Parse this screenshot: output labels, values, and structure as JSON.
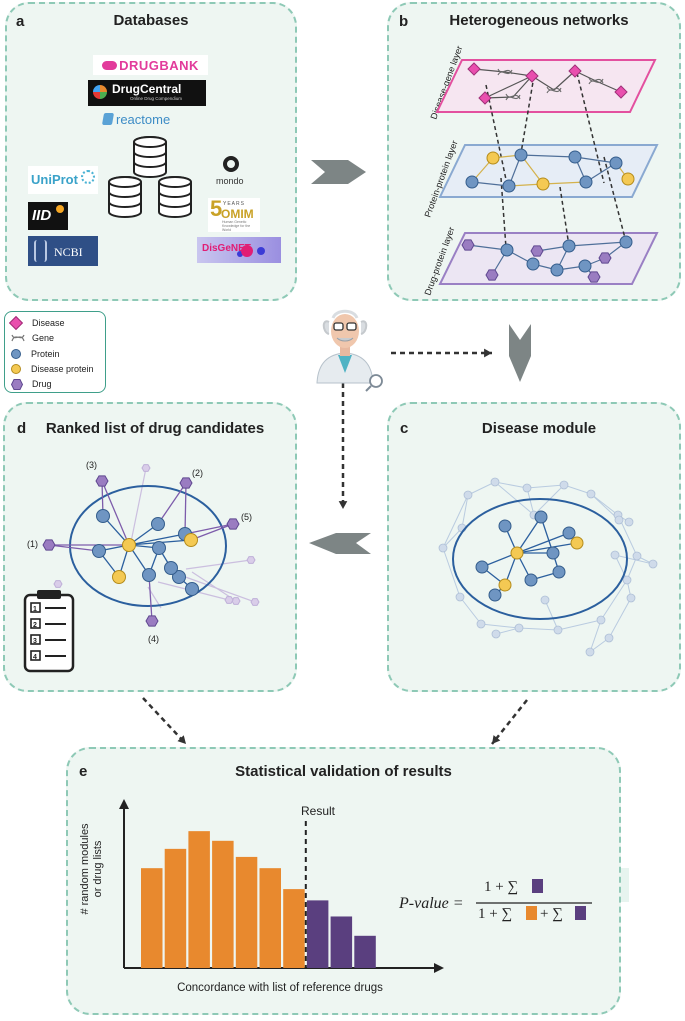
{
  "panels": {
    "a": {
      "letter": "a",
      "title": "Databases"
    },
    "b": {
      "letter": "b",
      "title": "Heterogeneous networks"
    },
    "c": {
      "letter": "c",
      "title": "Disease module"
    },
    "d": {
      "letter": "d",
      "title": "Ranked list of drug candidates"
    },
    "e": {
      "letter": "e",
      "title": "Statistical validation of results"
    }
  },
  "databases": {
    "drugbank": "DRUGBANK",
    "drugcentral": "DrugCentral",
    "drugcentral_sub": "Online Drug Compendium",
    "reactome": "reactome",
    "uniprot": "UniProt",
    "iid": "IID",
    "ncbi": "NCBI",
    "mondo": "mondo",
    "omim_years": "YEARS",
    "omim_digit": "5",
    "omim_name": "OMIM",
    "omim_sub": "Human Genetic Knowledge for the World",
    "disgenet": "DisGeNET"
  },
  "layers": {
    "disease_gene": "Disease-gene layer",
    "protein_protein": "Protein-protein layer",
    "drug_protein": "Drug-protein layer"
  },
  "legend": [
    {
      "label": "Disease",
      "shape": "diamond",
      "color": "#e94fae"
    },
    {
      "label": "Gene",
      "shape": "dna",
      "color": "#777777"
    },
    {
      "label": "Protein",
      "shape": "circle",
      "color": "#6f95c2"
    },
    {
      "label": "Disease protein",
      "shape": "circle",
      "color": "#f4c953"
    },
    {
      "label": "Drug",
      "shape": "hexagon",
      "color": "#9a7cc1"
    }
  ],
  "ranked_labels": [
    "(1)",
    "(2)",
    "(3)",
    "(4)",
    "(5)"
  ],
  "list_numbers": [
    "1",
    "2",
    "3",
    "4"
  ],
  "validation": {
    "result_label": "Result",
    "ylabel_line1": "# random modules",
    "ylabel_line2": "or drug lists",
    "xlabel": "Concordance with list of reference drugs",
    "formula_lhs": "P-value =",
    "formula_num": "1 + ∑",
    "formula_den_a": "1 + ∑",
    "formula_den_b": "+ ∑"
  },
  "chart_data": {
    "type": "bar",
    "values": [
      6.2,
      7.4,
      8.5,
      7.9,
      6.9,
      6.2,
      4.9,
      4.2,
      3.2,
      2.0
    ],
    "colors": [
      "#e8892e",
      "#e8892e",
      "#e8892e",
      "#e8892e",
      "#e8892e",
      "#e8892e",
      "#e8892e",
      "#5a3f7f",
      "#5a3f7f",
      "#5a3f7f"
    ],
    "ylim": [
      0,
      10
    ],
    "xlabel": "Concordance with list of reference drugs",
    "ylabel": "# random modules or drug lists",
    "annotation": "Result"
  },
  "colors": {
    "panel_border": "#8ec9b6",
    "panel_fill": "#eef6f2",
    "disease": "#e94fae",
    "protein": "#6f95c2",
    "disease_protein": "#f4c953",
    "drug": "#9a7cc1",
    "module_ring": "#2b5f9e",
    "orange_bar": "#e8892e",
    "purple_bar": "#5a3f7f",
    "arrow_gray": "#7d8585"
  }
}
